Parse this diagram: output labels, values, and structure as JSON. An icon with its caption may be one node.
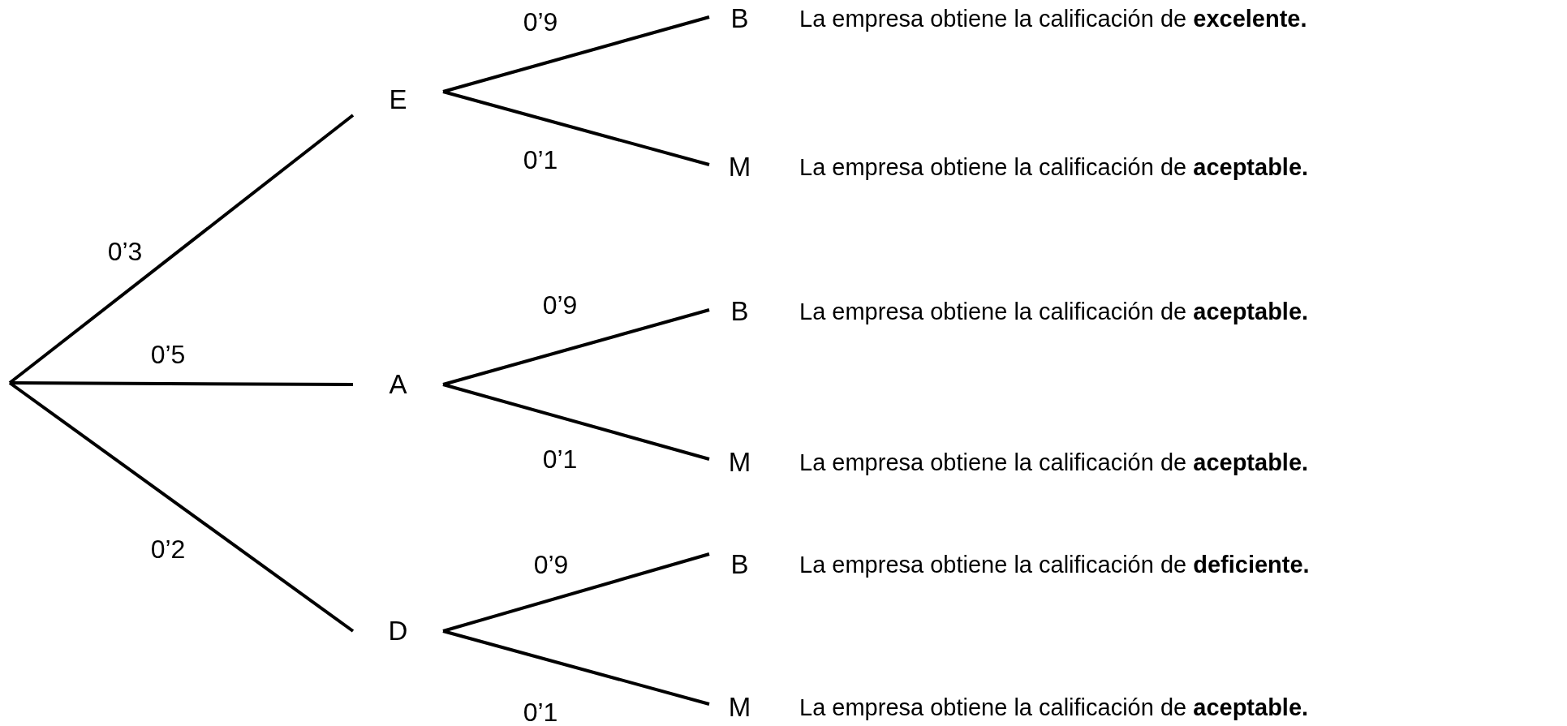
{
  "diagram": {
    "nodes": [
      {
        "text": [
          "E"
        ]
      },
      {
        "text": [
          "A"
        ]
      },
      {
        "text": [
          "D"
        ]
      },
      {
        "text": [
          "B"
        ],
        "beside": [
          "La empresa obtiene la calificación de **excelente.**"
        ]
      },
      {
        "text": [
          "M"
        ],
        "beside": [
          "La empresa obtiene la calificación de **aceptable.**"
        ]
      },
      {
        "text": [
          "B"
        ],
        "beside": [
          "La empresa obtiene la calificación de **aceptable.**"
        ]
      },
      {
        "text": [
          "M"
        ],
        "beside": [
          "La empresa obtiene la calificación de **aceptable.**"
        ]
      },
      {
        "text": [
          "B"
        ],
        "beside": [
          "La empresa obtiene la calificación de **deficiente.**"
        ]
      },
      {
        "text": [
          "M"
        ],
        "beside": [
          "La empresa obtiene la calificación de **aceptable.**"
        ]
      }
    ],
    "edges": [
      {
        "from": null,
        "to": 0,
        "arrow": "none",
        "label": "0’3"
      },
      {
        "from": null,
        "to": 1,
        "arrow": "none",
        "label": "0’5"
      },
      {
        "from": null,
        "to": 2,
        "arrow": "none",
        "label": "0’2"
      },
      {
        "from": 0,
        "to": 3,
        "arrow": "none",
        "label": "0’9"
      },
      {
        "from": 0,
        "to": 4,
        "arrow": "none",
        "label": "0’1"
      },
      {
        "from": 1,
        "to": 5,
        "arrow": "none",
        "label": "0’9"
      },
      {
        "from": 1,
        "to": 6,
        "arrow": "none",
        "label": "0’1"
      },
      {
        "from": 2,
        "to": 7,
        "arrow": "none",
        "label": "0’9"
      },
      {
        "from": 2,
        "to": 8,
        "arrow": "none",
        "label": "0’1"
      }
    ]
  }
}
